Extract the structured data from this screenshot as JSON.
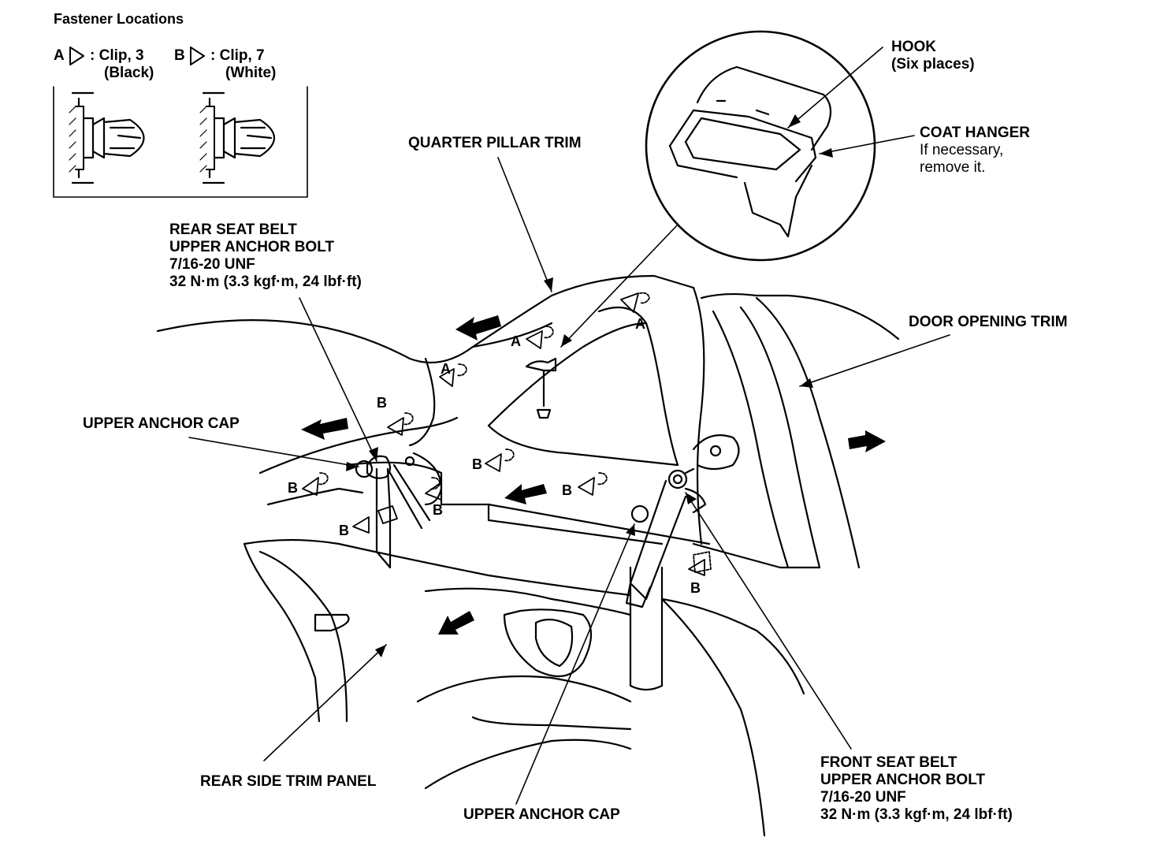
{
  "legend": {
    "title": "Fastener Locations",
    "clip_a": {
      "letter": "A",
      "text": ": Clip, 3",
      "color": "(Black)"
    },
    "clip_b": {
      "letter": "B",
      "text": ": Clip, 7",
      "color": "(White)"
    }
  },
  "callouts": {
    "hook": {
      "line1": "HOOK",
      "line2": "(Six places)"
    },
    "coat_hanger": {
      "line1": "COAT HANGER",
      "line2": "If necessary,",
      "line3": "remove it."
    },
    "quarter_pillar_trim": "QUARTER PILLAR TRIM",
    "rear_seat_belt_bolt": {
      "line1": "REAR SEAT BELT",
      "line2": "UPPER ANCHOR BOLT",
      "line3": "7/16-20 UNF",
      "line4": "32 N·m (3.3 kgf·m, 24 lbf·ft)"
    },
    "upper_anchor_cap_left": "UPPER ANCHOR CAP",
    "door_opening_trim": "DOOR OPENING TRIM",
    "rear_side_trim_panel": "REAR SIDE TRIM PANEL",
    "upper_anchor_cap_bottom": "UPPER ANCHOR CAP",
    "front_seat_belt_bolt": {
      "line1": "FRONT SEAT BELT",
      "line2": "UPPER ANCHOR BOLT",
      "line3": "7/16-20 UNF",
      "line4": "32 N·m (3.3 kgf·m, 24 lbf·ft)"
    }
  },
  "clip_markers": {
    "a": "A",
    "b": "B"
  }
}
